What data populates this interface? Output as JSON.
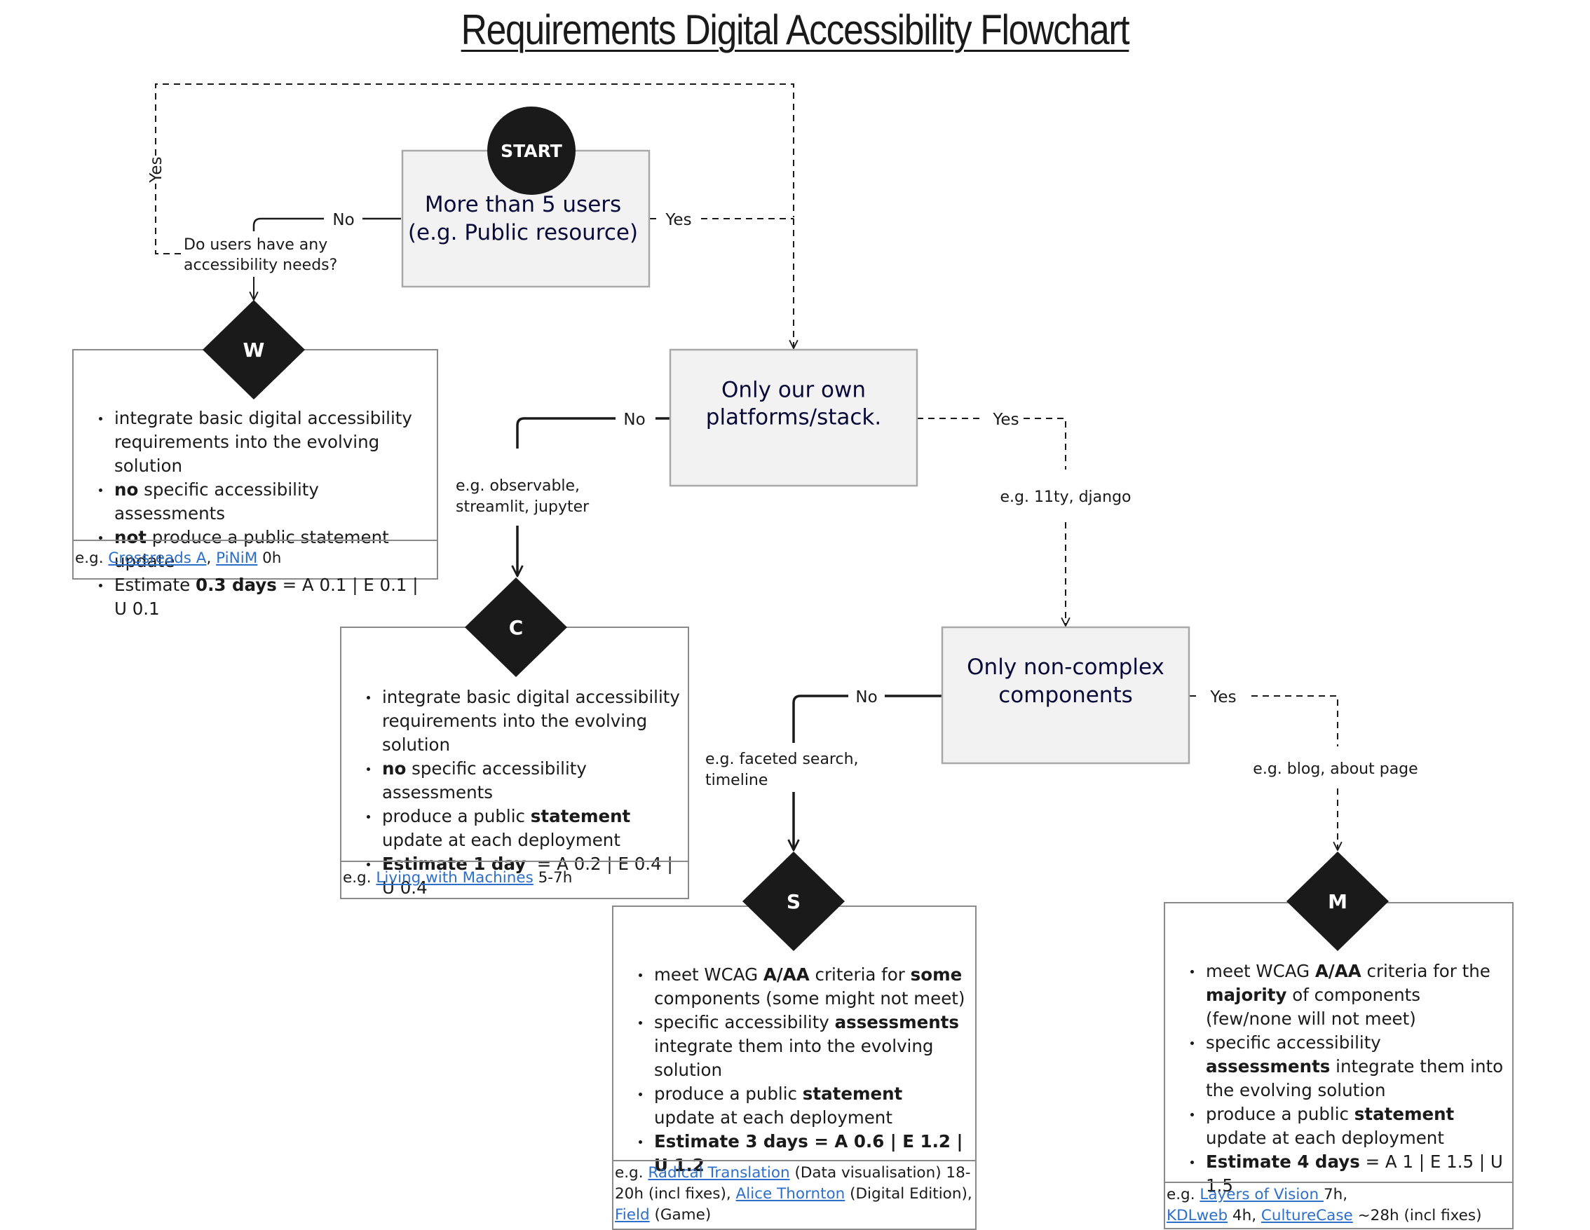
{
  "title": "Requirements Digital Accessibility Flowchart",
  "start": {
    "label": "START"
  },
  "decisions": {
    "d1": "More than 5 users\n(e.g. Public resource)",
    "d2": "Only our own\nplatforms/stack.",
    "d3": "Only non-complex\ncomponents"
  },
  "edges": {
    "d1_no": "No",
    "d1_yes": "Yes",
    "q_yes": "Yes",
    "question": "Do users have any\naccessibility needs?",
    "d2_no": "No",
    "d2_yes": "Yes",
    "d2_no_example": "e.g. observable,\nstreamlit, jupyter",
    "d2_yes_example": "e.g. 11ty, django",
    "d3_no": "No",
    "d3_yes": "Yes",
    "d3_no_example": "e.g. faceted search,\ntimeline",
    "d3_yes_example": "e.g. blog, about page"
  },
  "outcomes": {
    "W": {
      "letter": "W",
      "bullets": [
        "integrate basic digital accessibility requirements into the evolving solution",
        "<b>no</b> specific accessibility assessments",
        "<b>not</b> produce a public statement update",
        "Estimate <b>0.3 days</b> = A 0.1 | E 0.1 | U 0.1"
      ],
      "examples": "e.g. <a>Crossreads A</a>, <a>PiNiM</a> 0h"
    },
    "C": {
      "letter": "C",
      "bullets": [
        "integrate basic digital accessibility requirements into the evolving solution",
        "<b>no</b> specific accessibility assessments",
        "produce a public <b>statement</b> update at each deployment",
        "<b>Estimate 1 day</b> &nbsp;= A 0.2 | E 0.4 | U 0.4"
      ],
      "examples": "e.g. <a>Living with Machines</a> 5-7h"
    },
    "S": {
      "letter": "S",
      "bullets": [
        "meet WCAG <b>A/AA</b> criteria for <b>some</b> components (some might not meet)",
        "specific accessibility <b>assessments</b> integrate them into the evolving solution",
        "produce a public <b>statement</b> update at each deployment",
        "<b>Estimate 3 days = A 0.6 | E 1.2 | U 1.2</b>"
      ],
      "examples": "e.g. <a>Radical Translation</a> (Data visualisation) 18-20h (incl fixes), <a>Alice Thornton</a> (Digital Edition), <a>Field</a> (Game)"
    },
    "M": {
      "letter": "M",
      "bullets": [
        "meet WCAG <b>A/AA</b> criteria for the <b>majority</b> of components (few/none will not meet)",
        "specific accessibility <b>assessments</b> integrate them into the evolving solution",
        "produce a public <b>statement</b> update at each deployment",
        "<b>Estimate 4 days</b> = A 1 | E 1.5 | U 1.5"
      ],
      "examples": "e.g. <a>Layers of Vision </a>7h,<br><a>KDLweb</a> 4h, <a>CultureCase</a> ~28h (incl fixes)"
    }
  },
  "colors": {
    "decision_fill": "#f2f2f2",
    "decision_stroke": "#a8a8a8",
    "marker_fill": "#1a1a1a",
    "link": "#2e6fc9"
  }
}
